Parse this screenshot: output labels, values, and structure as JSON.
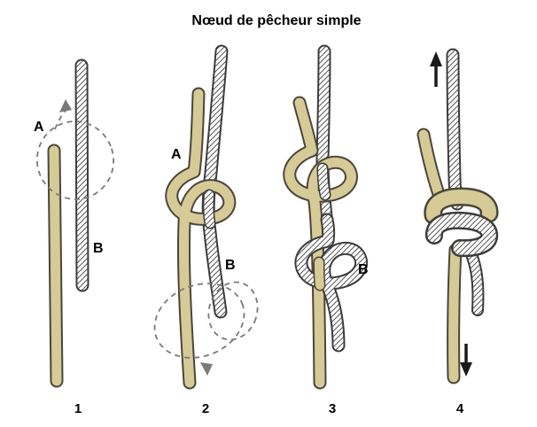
{
  "title": "Nœud de pêcheur simple",
  "steps": [
    {
      "number": "1",
      "rope_a_label": "A",
      "rope_b_label": "B"
    },
    {
      "number": "2",
      "rope_a_label": "A",
      "rope_b_label": "B"
    },
    {
      "number": "3",
      "rope_b_label": "B"
    },
    {
      "number": "4"
    }
  ],
  "colors": {
    "background": "#ffffff",
    "rope_a_fill": "#d6ca96",
    "rope_a_outline": "#4b463b",
    "rope_b_fill": "#ffffff",
    "rope_b_hatch": "#606060",
    "rope_b_outline": "#3c3c3c",
    "guide_dashed": "#7a7a7a",
    "arrow": "#1a1a1a",
    "text": "#000000"
  }
}
